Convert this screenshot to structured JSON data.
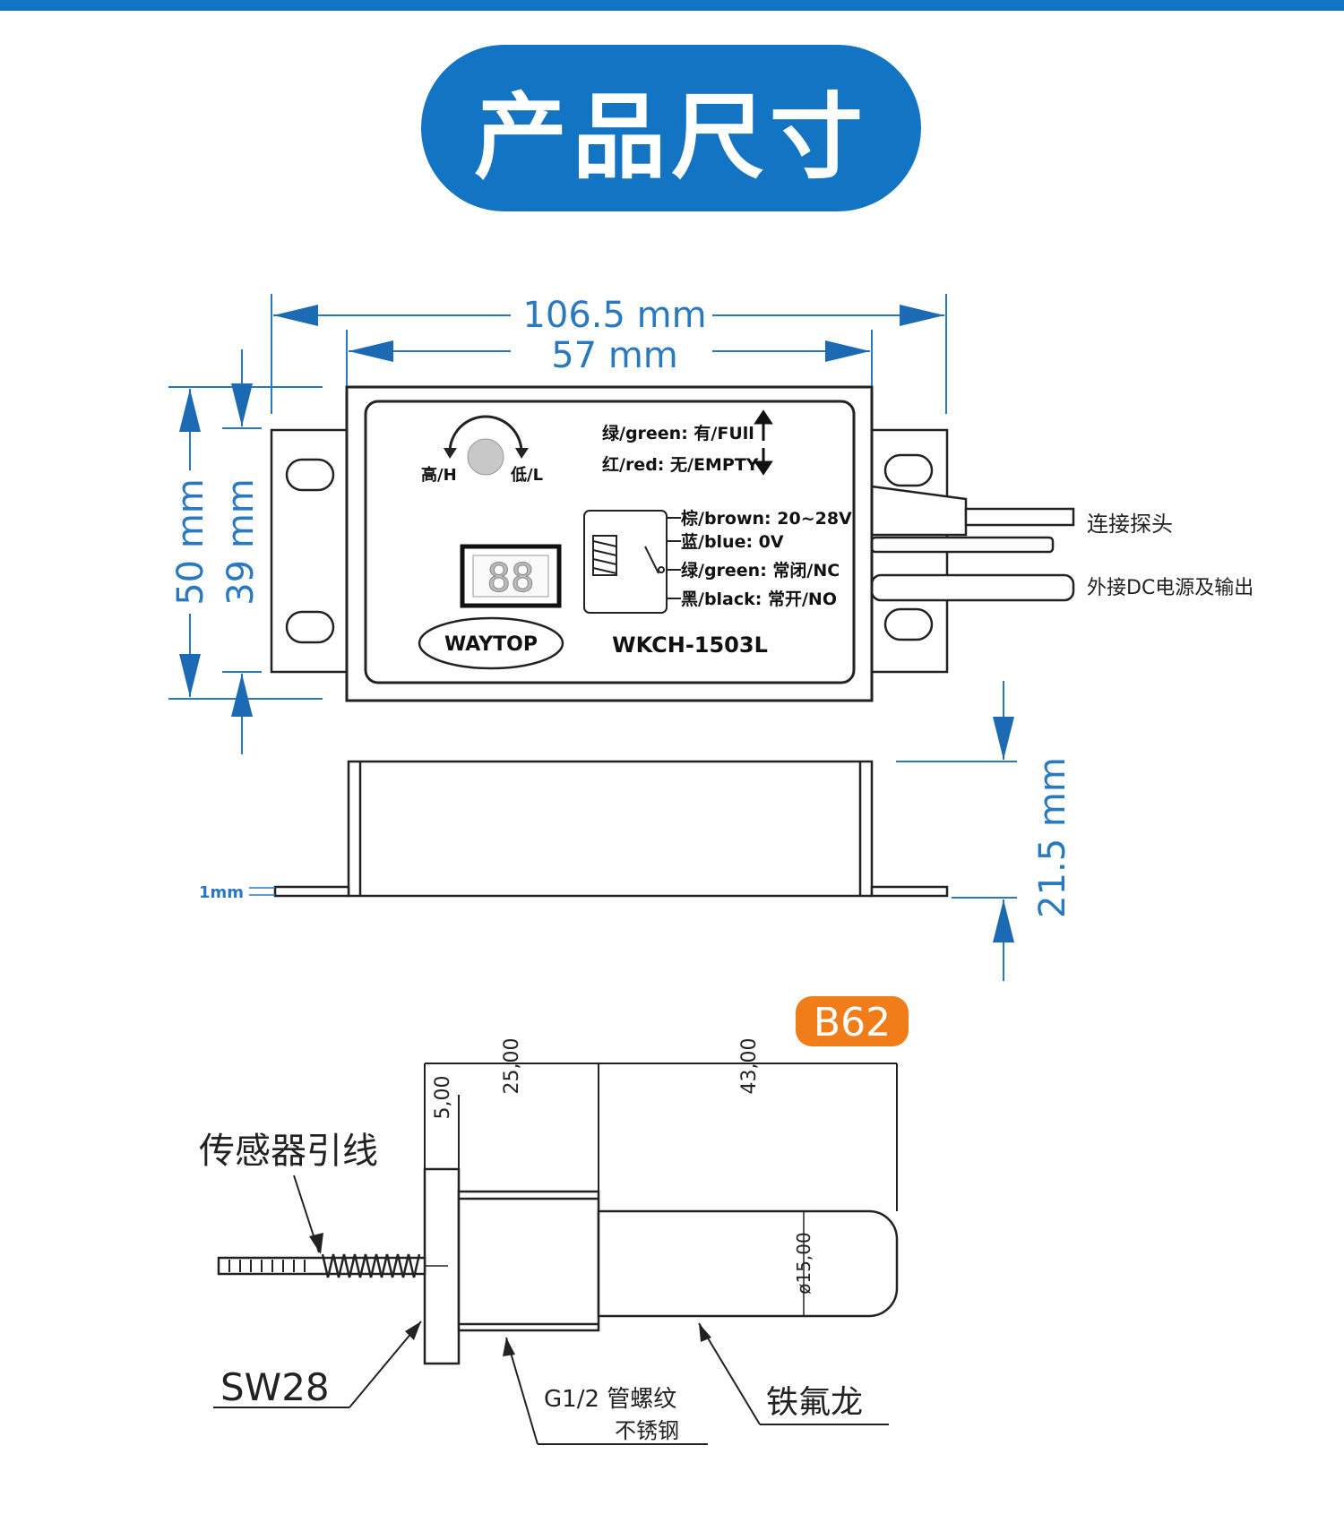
{
  "header": {
    "title": "产品尺寸"
  },
  "dimensions": {
    "overall_width": "106.5 mm",
    "body_width": "57 mm",
    "overall_height": "50 mm",
    "panel_height": "39 mm",
    "depth": "21.5 mm",
    "flange_thickness": "1mm"
  },
  "panel": {
    "knob_high": "高/H",
    "knob_low": "低/L",
    "led_green": "绿/green: 有/FUll",
    "led_red": "红/red: 无/EMPTY",
    "display": "88",
    "brand": "WAYTOP",
    "model": "WKCH-1503L",
    "wires": [
      "棕/brown: 20~28V",
      "蓝/blue: 0V",
      "绿/green: 常闭/NC",
      "黑/black: 常开/NO"
    ]
  },
  "cables": {
    "probe": "连接探头",
    "power": "外接DC电源及输出"
  },
  "probe": {
    "badge": "B62",
    "dim_total": "43,00",
    "dim_thread": "25,00",
    "dim_flange": "5,00",
    "dim_diameter": "ø15,00",
    "sensor_lead": "传感器引线",
    "hex": "SW28",
    "thread_line1": "G1/2 管螺纹",
    "thread_line2": "不锈钢",
    "ptfe": "铁氟龙"
  },
  "colors": {
    "accent": "#1474c4",
    "badge": "#f07d1a",
    "dimension": "#2a79c0"
  }
}
